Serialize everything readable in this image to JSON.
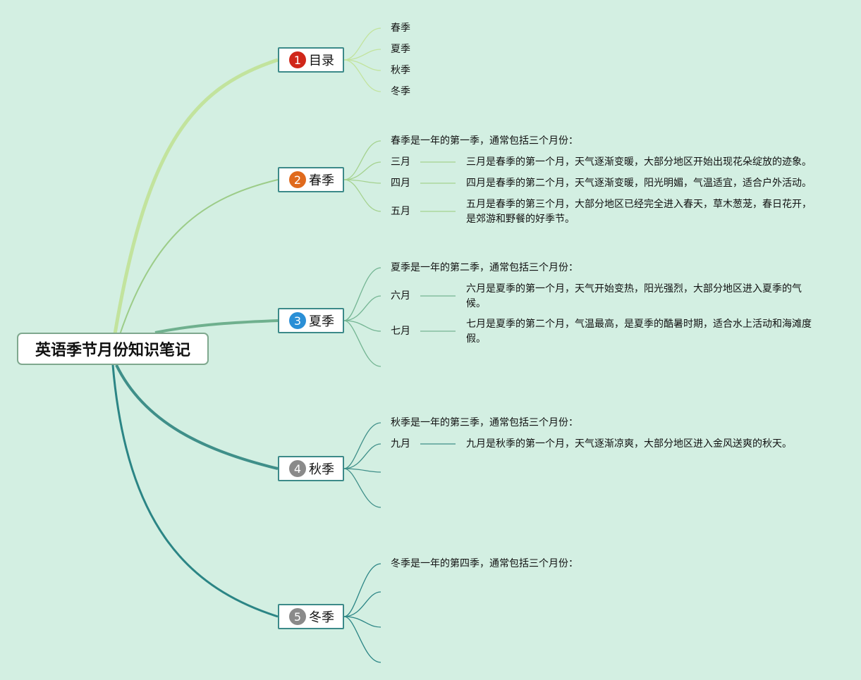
{
  "root": {
    "title": "英语季节月份知识笔记"
  },
  "branches": [
    {
      "num": "1",
      "label": "目录",
      "badge_color": "#d0271a",
      "items": [
        "春季",
        "夏季",
        "秋季",
        "冬季"
      ]
    },
    {
      "num": "2",
      "label": "春季",
      "badge_color": "#e06a1d",
      "intro": "春季是一年的第一季，通常包括三个月份：",
      "months": [
        {
          "name": "三月",
          "desc": "三月是春季的第一个月，天气逐渐变暖，大部分地区开始出现花朵绽放的迹象。"
        },
        {
          "name": "四月",
          "desc": "四月是春季的第二个月，天气逐渐变暖，阳光明媚，气温适宜，适合户外活动。"
        },
        {
          "name": "五月",
          "desc": "五月是春季的第三个月，大部分地区已经完全进入春天，草木葱茏，春日花开，是郊游和野餐的好季节。"
        }
      ]
    },
    {
      "num": "3",
      "label": "夏季",
      "badge_color": "#2a8fd6",
      "intro": "夏季是一年的第二季，通常包括三个月份：",
      "months": [
        {
          "name": "六月",
          "desc": "六月是夏季的第一个月，天气开始变热，阳光强烈，大部分地区进入夏季的气候。"
        },
        {
          "name": "七月",
          "desc": "七月是夏季的第二个月，气温最高，是夏季的酷暑时期，适合水上活动和海滩度假。"
        }
      ]
    },
    {
      "num": "4",
      "label": "秋季",
      "badge_color": "#8a8a8a",
      "intro": "秋季是一年的第三季，通常包括三个月份：",
      "months": [
        {
          "name": "九月",
          "desc": "九月是秋季的第一个月，天气逐渐凉爽，大部分地区进入金风送爽的秋天。"
        }
      ]
    },
    {
      "num": "5",
      "label": "冬季",
      "badge_color": "#8a8a8a",
      "intro": "冬季是一年的第四季，通常包括三个月份：",
      "months": []
    }
  ],
  "colors": {
    "background": "#d3efe2",
    "line_light_green": "#c2e39d",
    "line_green": "#9ccc88",
    "line_teal_green": "#6fb08e",
    "line_teal": "#3f8f89",
    "line_dark_teal": "#2b8585"
  }
}
